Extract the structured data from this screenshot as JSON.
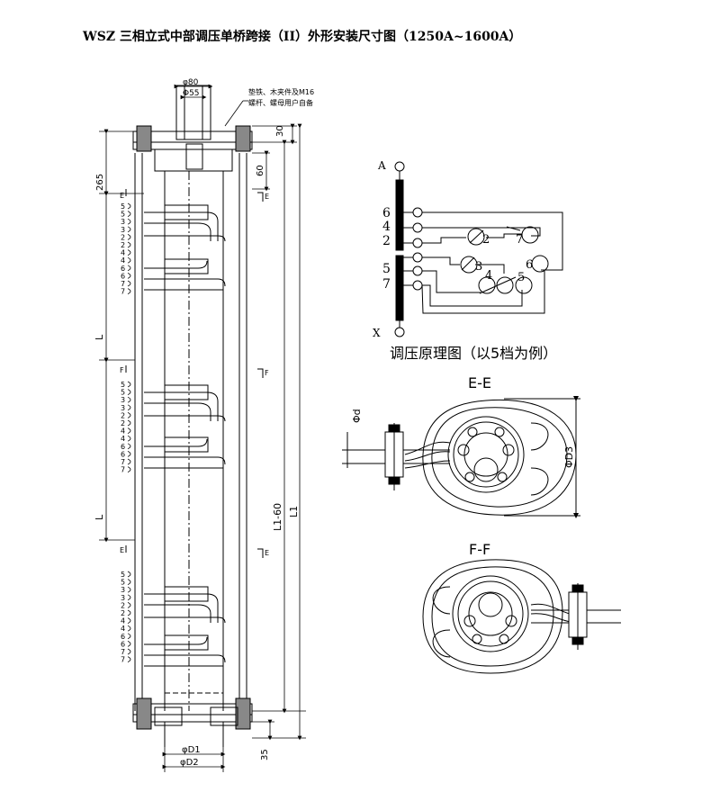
{
  "title": "WSZ  三相立式中部调压单桥跨接（II）外形安装尺寸图（1250A~1600A）",
  "left_drawing": {
    "dim_top_a": "φ80",
    "dim_top_b": "Φ55",
    "note_line1": "垫铁、木夹件及M16",
    "note_line2": "螺杆、螺母用户自备",
    "dim_30": "30",
    "dim_265": "265",
    "dim_60": "60",
    "dim_L_upper": "L",
    "dim_L_lower": "L",
    "dim_L1_60": "L1-60",
    "dim_L1": "L1",
    "dim_35": "35",
    "dim_D1": "φD1",
    "dim_D2": "φD2",
    "section_E_top": "E",
    "section_F": "F",
    "section_E_bottom": "E",
    "tap_labels": [
      "5",
      "5",
      "3",
      "3",
      "2",
      "2",
      "4",
      "4",
      "6",
      "6",
      "7",
      "7"
    ]
  },
  "schematic": {
    "terminal_A": "A",
    "terminal_X": "X",
    "left_numbers": [
      "6",
      "4",
      "2",
      "5",
      "7"
    ],
    "contact_numbers": [
      "2",
      "3",
      "4",
      "5",
      "6",
      "7"
    ],
    "caption": "调压原理图（以5档为例）"
  },
  "section_EE": {
    "title": "E-E",
    "dim_d": "Φd",
    "dim_D3": "ΦD3"
  },
  "section_FF": {
    "title": "F-F"
  }
}
